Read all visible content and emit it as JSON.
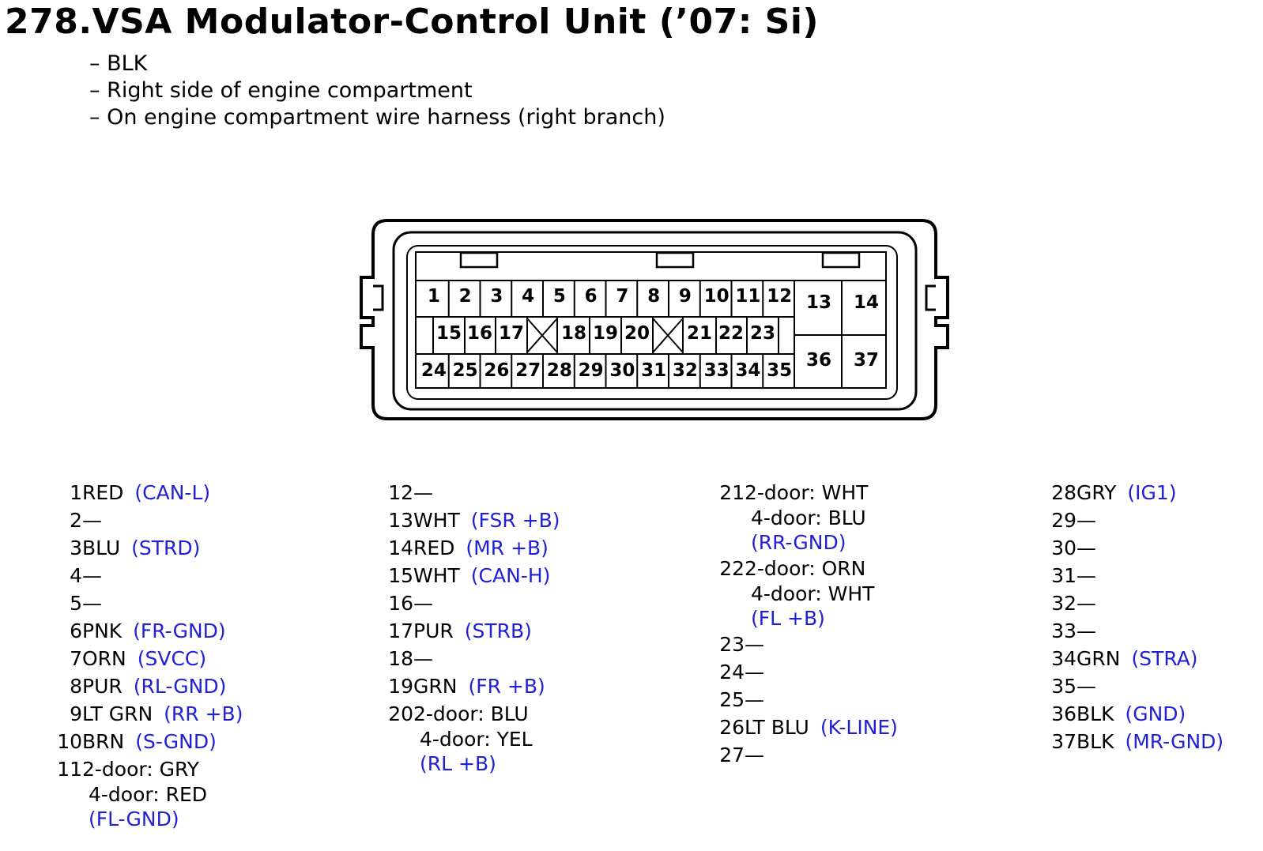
{
  "title": "278.VSA Modulator-Control Unit (’07: Si)",
  "notes": [
    "– BLK",
    "– Right side of engine compartment",
    "– On engine compartment wire harness (right branch)"
  ],
  "connector": {
    "row1": [
      "1",
      "2",
      "3",
      "4",
      "5",
      "6",
      "7",
      "8",
      "9",
      "10",
      "11",
      "12"
    ],
    "row2": [
      "15",
      "16",
      "17",
      "",
      "18",
      "19",
      "20",
      "",
      "21",
      "22",
      "23"
    ],
    "row3": [
      "24",
      "25",
      "26",
      "27",
      "28",
      "29",
      "30",
      "31",
      "32",
      "33",
      "34",
      "35"
    ],
    "big": [
      "13",
      "14",
      "36",
      "37"
    ]
  },
  "columns": [
    [
      {
        "num": "1",
        "color": "RED",
        "signal": "(CAN-L)"
      },
      {
        "num": "2",
        "color": " —",
        "signal": ""
      },
      {
        "num": "3",
        "color": "BLU",
        "signal": "(STRD)"
      },
      {
        "num": "4",
        "color": " —",
        "signal": ""
      },
      {
        "num": "5",
        "color": " —",
        "signal": ""
      },
      {
        "num": "6",
        "color": "PNK",
        "signal": "(FR-GND)"
      },
      {
        "num": "7",
        "color": "ORN",
        "signal": "(SVCC)"
      },
      {
        "num": "8",
        "color": "PUR",
        "signal": "(RL-GND)"
      },
      {
        "num": "9",
        "color": "LT GRN",
        "signal": "(RR +B)"
      },
      {
        "num": "10",
        "color": "BRN",
        "signal": "(S-GND)"
      },
      {
        "num": "11",
        "color": "2-door: GRY",
        "sub": "4-door: RED",
        "signal": "(FL-GND)"
      }
    ],
    [
      {
        "num": "12",
        "color": "—",
        "signal": ""
      },
      {
        "num": "13",
        "color": "WHT",
        "signal": "(FSR +B)"
      },
      {
        "num": "14",
        "color": "RED",
        "signal": "(MR +B)"
      },
      {
        "num": "15",
        "color": "WHT",
        "signal": "(CAN-H)"
      },
      {
        "num": "16",
        "color": "—",
        "signal": ""
      },
      {
        "num": "17",
        "color": "PUR",
        "signal": "(STRB)"
      },
      {
        "num": "18",
        "color": "—",
        "signal": ""
      },
      {
        "num": "19",
        "color": "GRN",
        "signal": "(FR +B)"
      },
      {
        "num": "20",
        "color": "2-door: BLU",
        "sub": "4-door: YEL",
        "signal": "(RL +B)"
      }
    ],
    [
      {
        "num": "21",
        "color": "2-door: WHT",
        "sub": "4-door: BLU",
        "signal": "(RR-GND)"
      },
      {
        "num": "22",
        "color": "2-door: ORN",
        "sub": "4-door: WHT",
        "signal": "(FL +B)"
      },
      {
        "num": "23",
        "color": "—",
        "signal": ""
      },
      {
        "num": "24",
        "color": "—",
        "signal": ""
      },
      {
        "num": "25",
        "color": "—",
        "signal": ""
      },
      {
        "num": "26",
        "color": "LT BLU",
        "signal": "(K-LINE)"
      },
      {
        "num": "27",
        "color": "—",
        "signal": ""
      }
    ],
    [
      {
        "num": "28",
        "color": "GRY",
        "signal": "(IG1)"
      },
      {
        "num": "29",
        "color": "—",
        "signal": ""
      },
      {
        "num": "30",
        "color": "—",
        "signal": ""
      },
      {
        "num": "31",
        "color": "—",
        "signal": ""
      },
      {
        "num": "32",
        "color": "—",
        "signal": ""
      },
      {
        "num": "33",
        "color": "—",
        "signal": ""
      },
      {
        "num": "34",
        "color": "GRN",
        "signal": "(STRA)"
      },
      {
        "num": "35",
        "color": "—",
        "signal": ""
      },
      {
        "num": "36",
        "color": "BLK",
        "signal": "(GND)"
      },
      {
        "num": "37",
        "color": "BLK",
        "signal": "(MR-GND)"
      }
    ]
  ]
}
